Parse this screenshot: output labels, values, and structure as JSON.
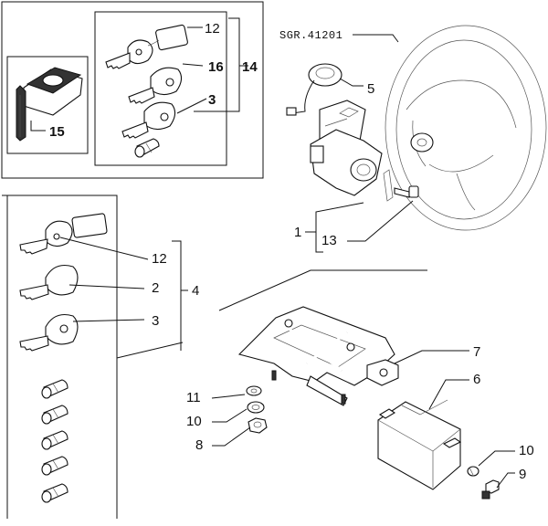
{
  "reference_code": "SGR.41201",
  "callouts": {
    "c12_top": "12",
    "c16": "16",
    "c14": "14",
    "c3_top": "3",
    "c15": "15",
    "c5": "5",
    "c1": "1",
    "c13": "13",
    "c12_left": "12",
    "c2": "2",
    "c4": "4",
    "c3_left": "3",
    "c7": "7",
    "c6": "6",
    "c11": "11",
    "c10_left": "10",
    "c8": "8",
    "c10_right": "10",
    "c9": "9"
  },
  "colors": {
    "line": "#111111",
    "background": "#ffffff"
  }
}
